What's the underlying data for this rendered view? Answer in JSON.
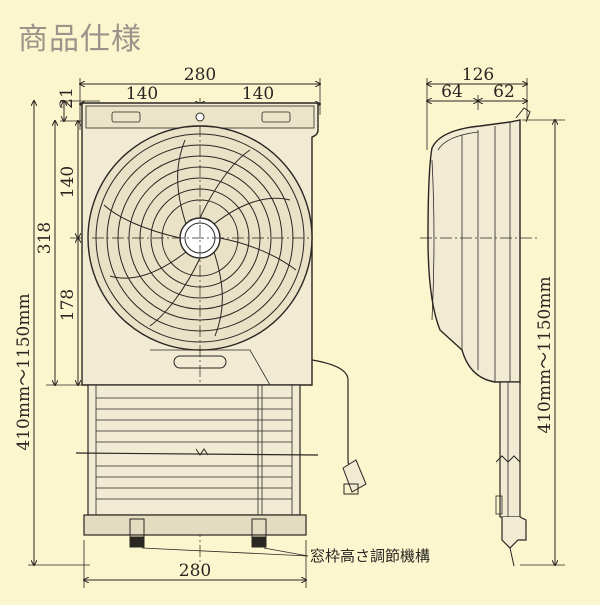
{
  "page": {
    "title": "商品仕様"
  },
  "colors": {
    "background": "#fcf6cf",
    "body_fill": "#f1ebd4",
    "line": "#2a2622",
    "title": "#9a948a"
  },
  "front_view": {
    "top_width": "280",
    "top_left": "140",
    "top_right": "140",
    "margin_top": "21",
    "total_height": "318",
    "upper_height": "140",
    "lower_height": "178",
    "range_label": "410mm〜1150mm",
    "bottom_width": "280",
    "mechanism_label": "窓枠高さ調節機構"
  },
  "side_view": {
    "depth": "126",
    "depth_left": "64",
    "depth_right": "62",
    "range_label": "410mm〜1150mm"
  }
}
